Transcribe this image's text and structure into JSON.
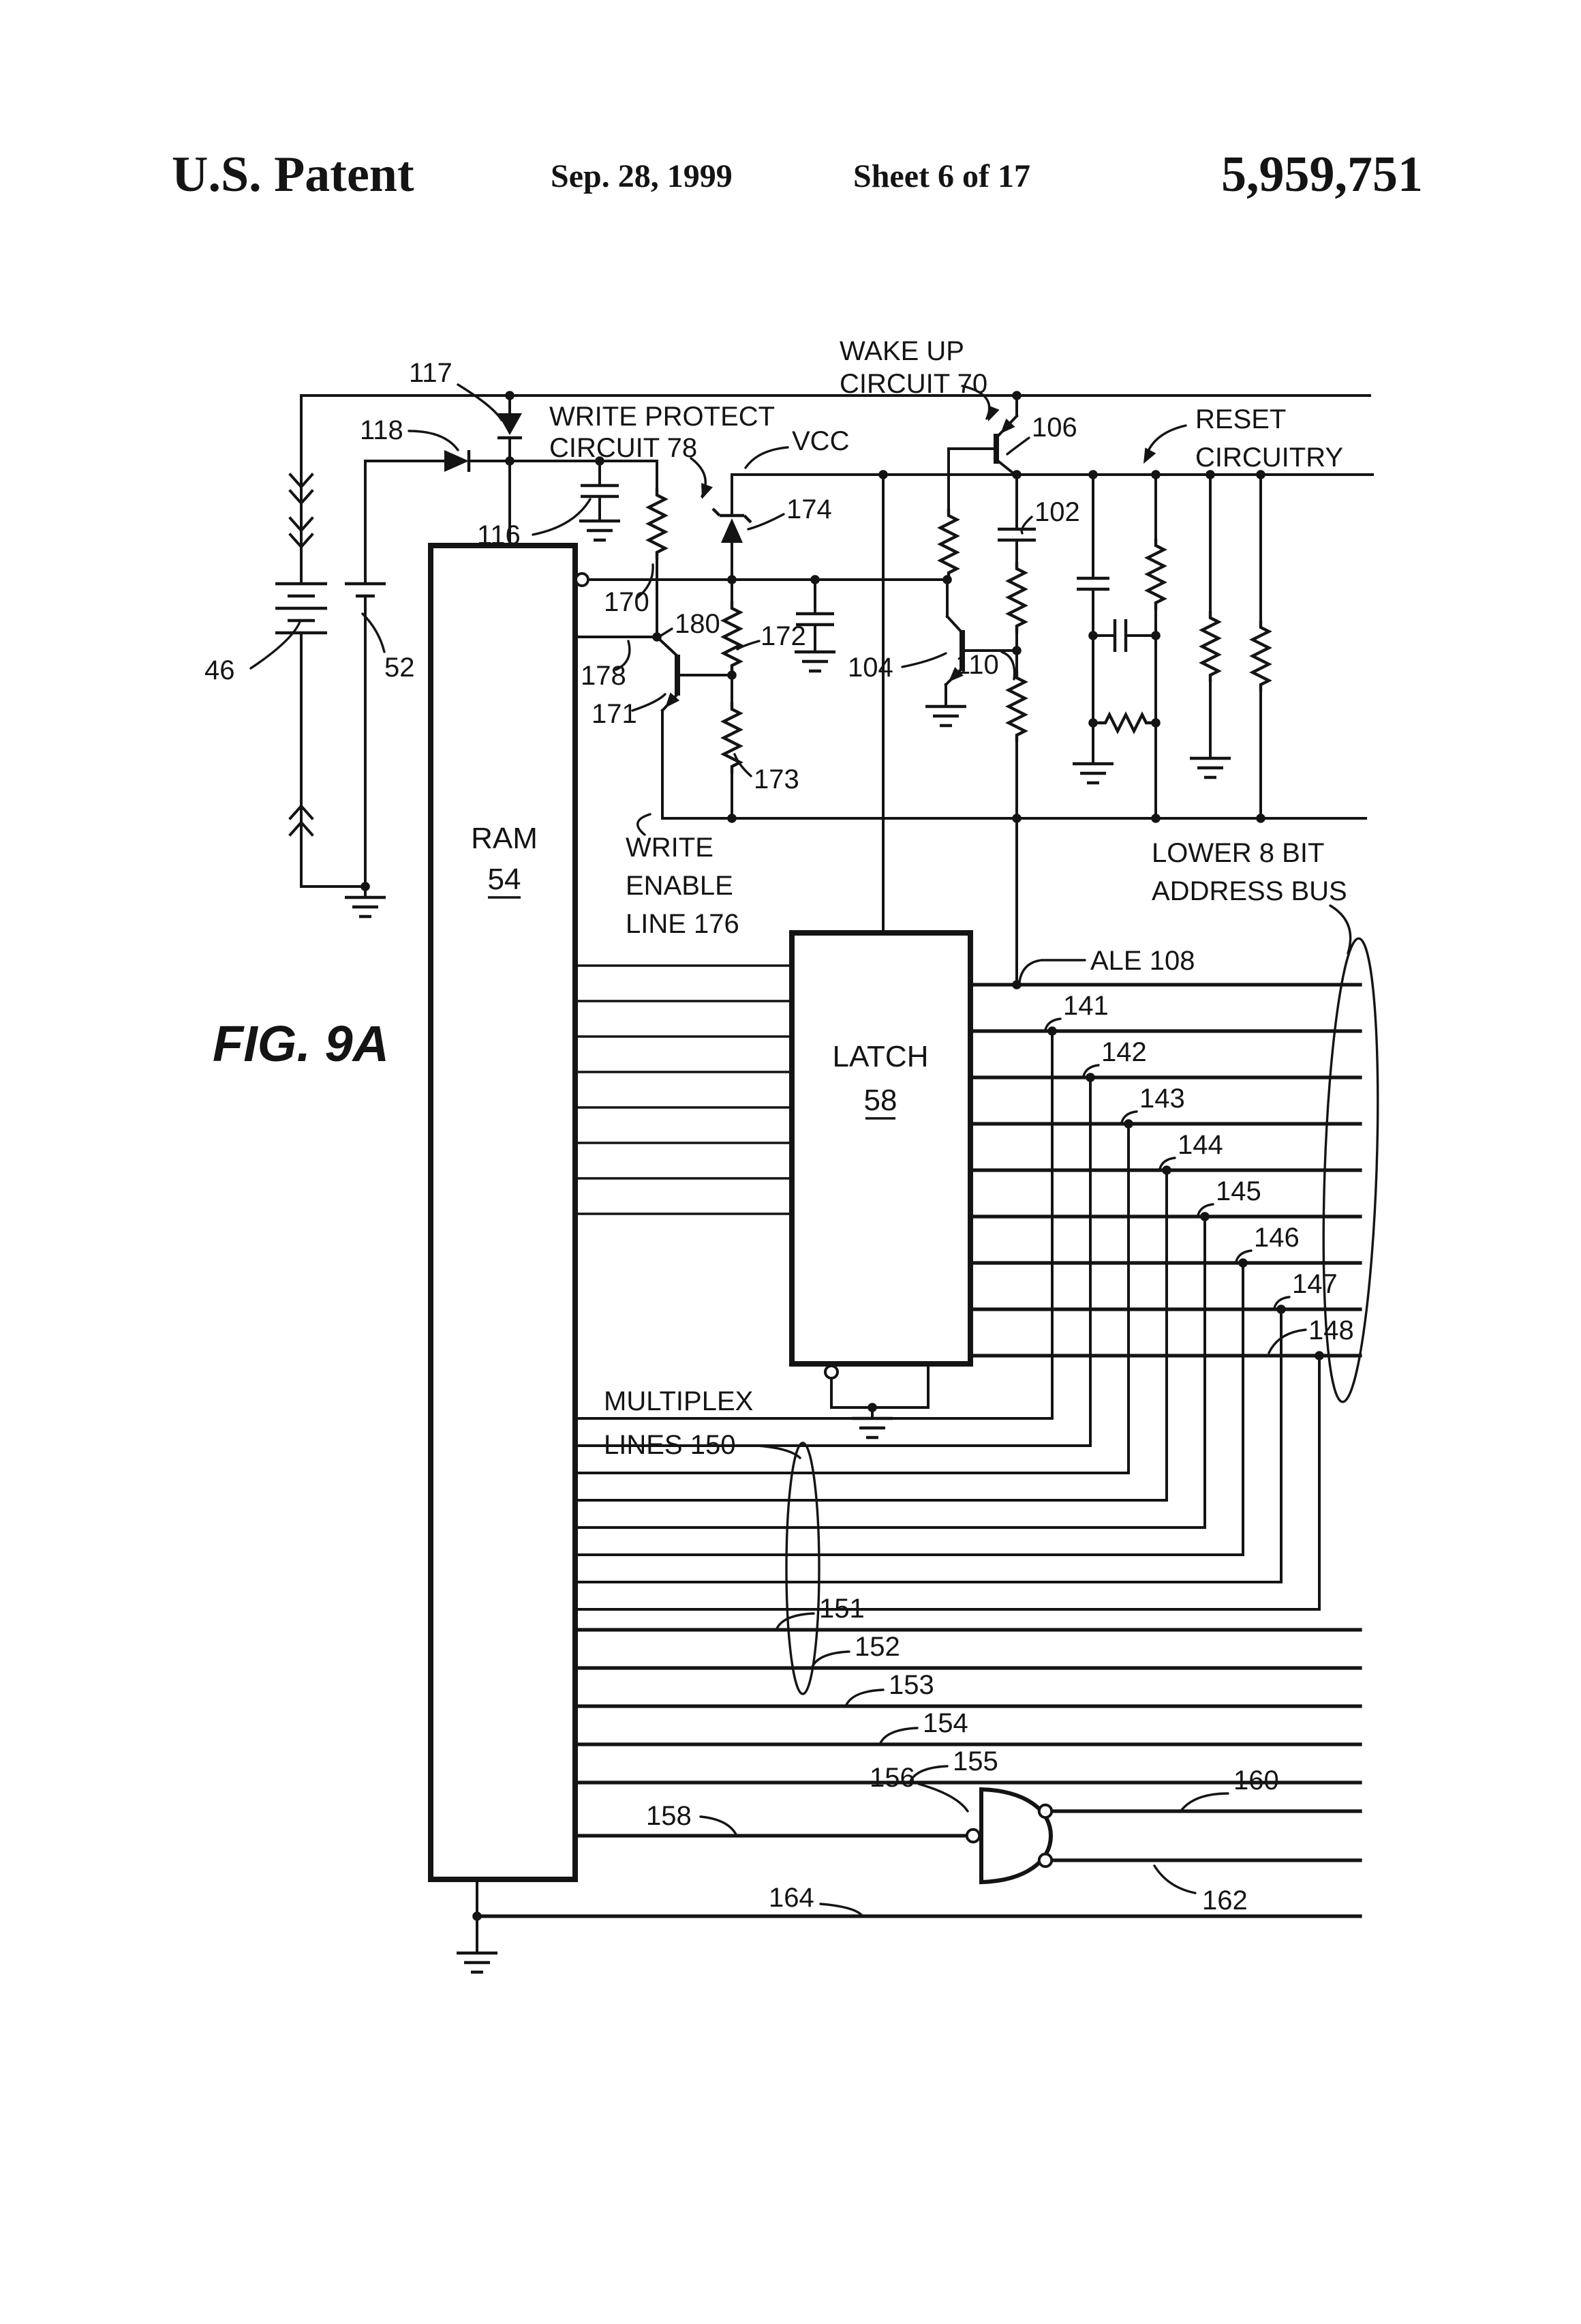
{
  "header": {
    "title": "U.S. Patent",
    "date": "Sep. 28, 1999",
    "sheet": "Sheet 6 of 17",
    "patent_number": "5,959,751"
  },
  "figure_label": "FIG. 9A",
  "power_section": {
    "battery_bank_ref": "46",
    "backup_battery_ref": "52",
    "top_diode_ref": "117",
    "isolation_diode_ref": "118"
  },
  "write_protect": {
    "label_line1": "WRITE PROTECT",
    "label_line2": "CIRCUIT 78",
    "vcc_label": "VCC",
    "cap_ref": "116",
    "pullup_resistor_ref": "170",
    "zener_ref": "174",
    "node_ref": "180",
    "line_ref": "178",
    "transistor_ref": "171",
    "resistor_ref_a": "172",
    "resistor_ref_b": "173"
  },
  "wake_up": {
    "label_line1": "WAKE UP",
    "label_line2": "CIRCUIT 70",
    "transistor_ref": "106"
  },
  "reset": {
    "label_line1": "RESET",
    "label_line2": "CIRCUITRY",
    "cap_ref": "102",
    "transistor_ref": "104",
    "resistor_ref": "110"
  },
  "ram": {
    "name": "RAM",
    "ref": "54"
  },
  "latch": {
    "name": "LATCH",
    "ref": "58"
  },
  "write_enable_line": {
    "label_line1": "WRITE",
    "label_line2": "ENABLE",
    "label_line3": "LINE 176"
  },
  "address_bus": {
    "label_line1": "LOWER 8 BIT",
    "label_line2": "ADDRESS BUS",
    "ale_label": "ALE 108",
    "bit_refs": [
      "141",
      "142",
      "143",
      "144",
      "145",
      "146",
      "147",
      "148"
    ]
  },
  "multiplex": {
    "label_line1": "MULTIPLEX",
    "label_line2": "LINES 150"
  },
  "bus_lines": {
    "refs": [
      "151",
      "152",
      "153",
      "154",
      "155"
    ]
  },
  "gate": {
    "gate_ref": "156",
    "input_line_ref": "158",
    "output_top_ref": "160",
    "output_bottom_ref": "162",
    "ground_line_ref": "164"
  }
}
